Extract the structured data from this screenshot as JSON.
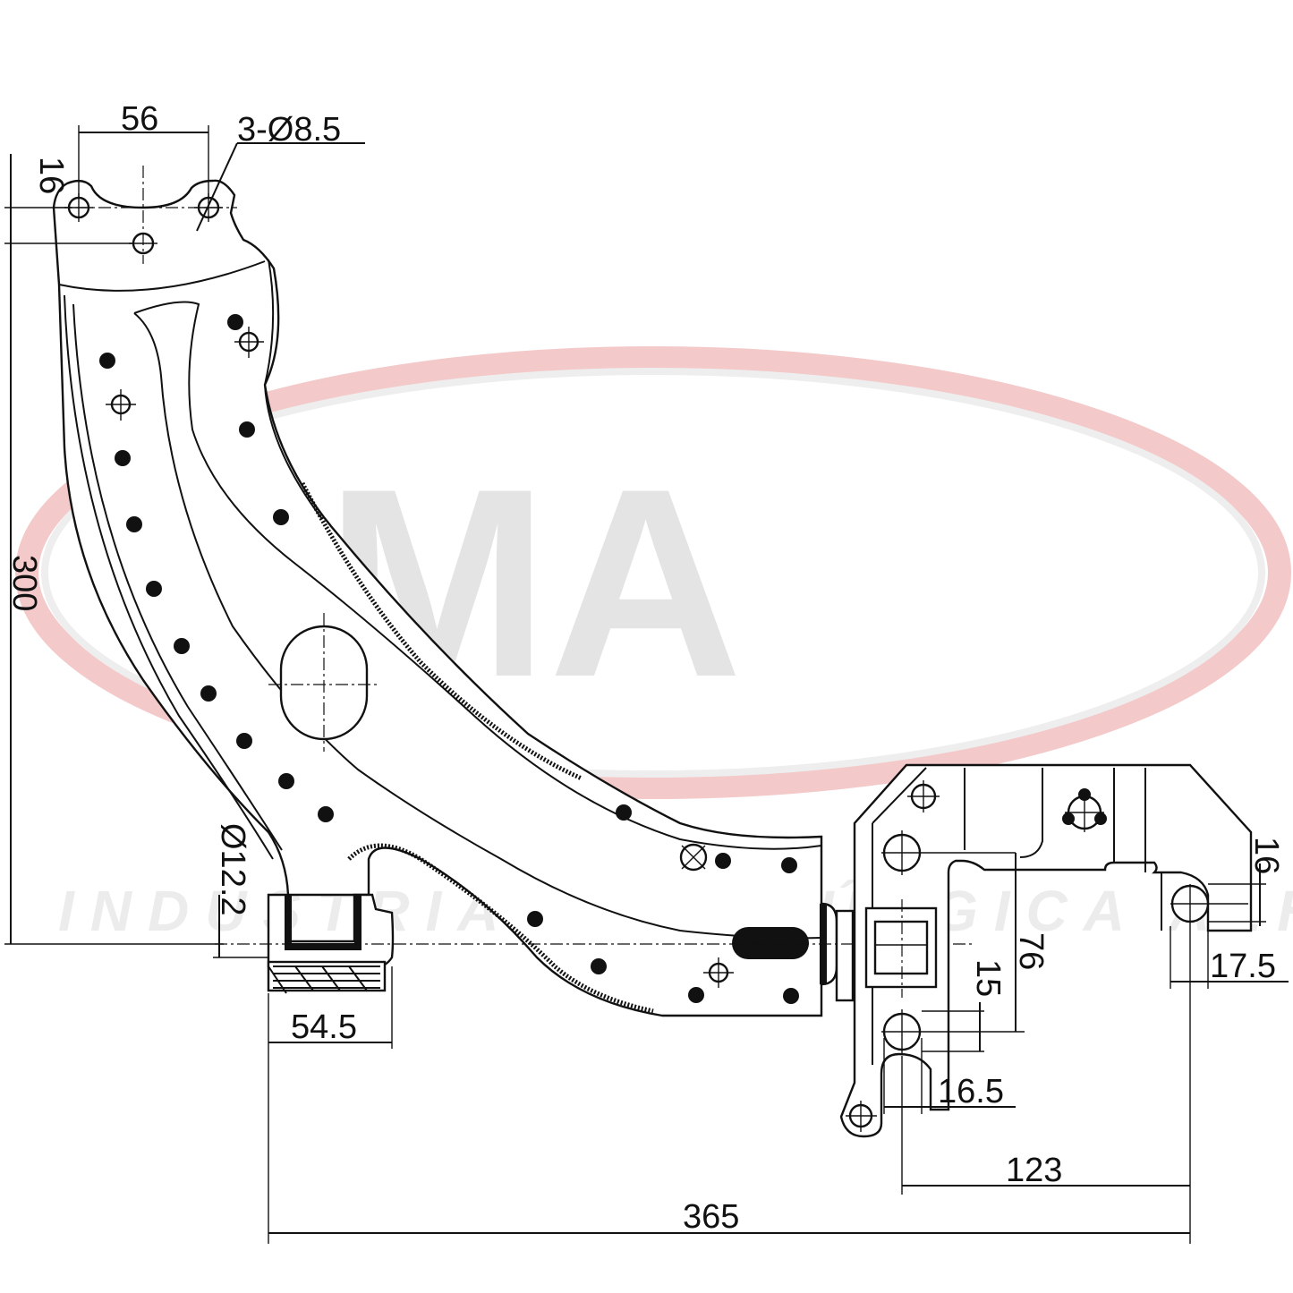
{
  "watermark": {
    "logo_text": "IMA",
    "company_text": "INDUSTRIA METALÚRGICA ALHI",
    "ring_color": "#f3c9c9"
  },
  "dimensions": {
    "top_hole_spacing": "56",
    "hole_callout": "3-Ø8.5",
    "top_offset": "16",
    "overall_height": "300",
    "bushing_diameter": "Ø12.2",
    "bushing_width": "54.5",
    "bracket_height": "76",
    "bracket_offset_v": "15",
    "bracket_hole_h": "16.5",
    "right_offset_v": "16",
    "right_offset_h": "17.5",
    "bracket_span": "123",
    "overall_length": "365"
  },
  "colors": {
    "line": "#111111",
    "watermark_gray": "#e4e4e4"
  }
}
